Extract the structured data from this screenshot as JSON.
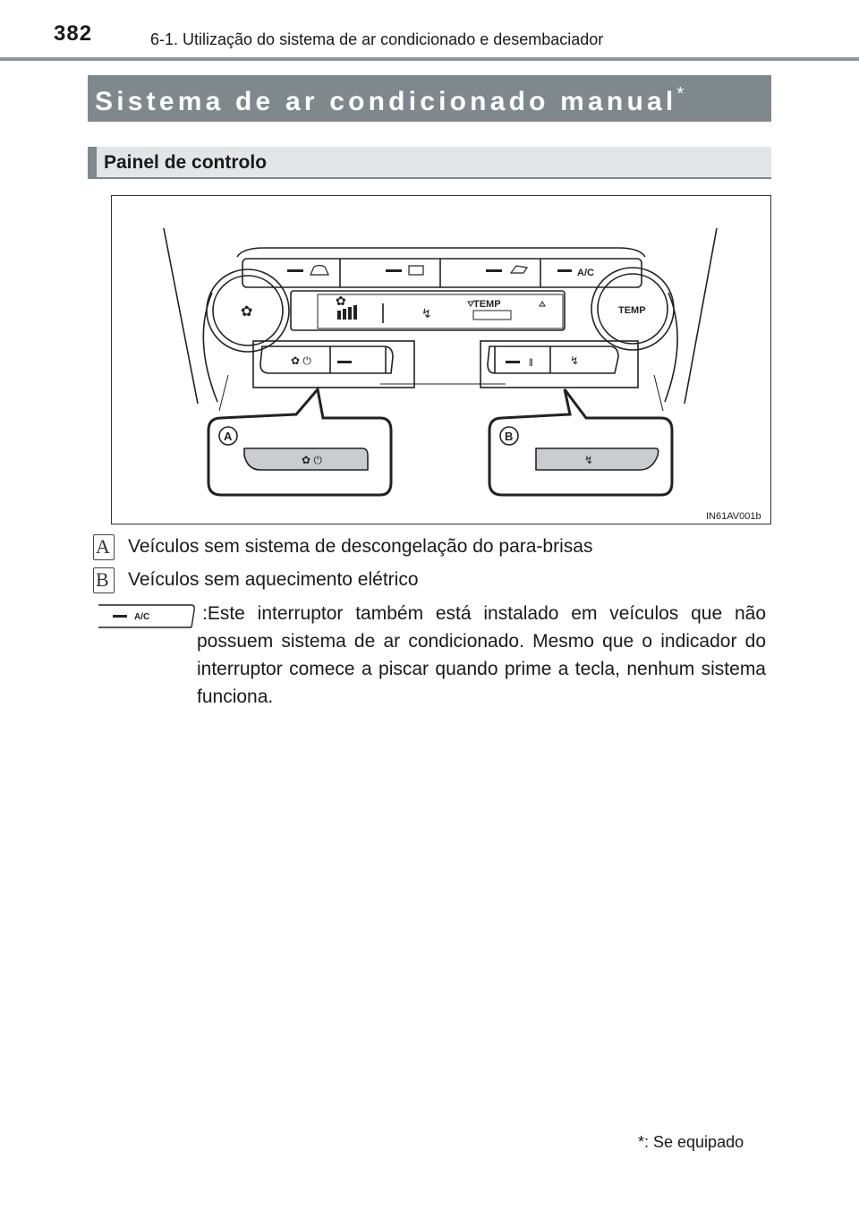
{
  "header": {
    "page_number": "382",
    "chapter": "6-1. Utilização do sistema de ar condicionado e desembaciador"
  },
  "section": {
    "title": "Sistema de ar condicionado manual",
    "title_mark": "*"
  },
  "subsection": {
    "title": "Painel de controlo"
  },
  "figure": {
    "display_temp_label": "TEMP",
    "knob_right_label": "TEMP",
    "ac_button_label": "A/C",
    "callout_a": "A",
    "callout_b": "B",
    "image_code": "IN61AV001b"
  },
  "labels": [
    {
      "letter": "A",
      "text": "Veículos sem sistema de descongelação do para-brisas"
    },
    {
      "letter": "B",
      "text": "Veículos sem aquecimento elétrico"
    }
  ],
  "ac_note": {
    "button_label": "A/C",
    "text": ":Este interruptor também está instalado em veículos que não possuem sistema de ar condicionado. Mesmo que o indicador do interruptor comece a piscar quando prime a tecla, nenhum sistema funciona."
  },
  "footnote": "*: Se equipado"
}
